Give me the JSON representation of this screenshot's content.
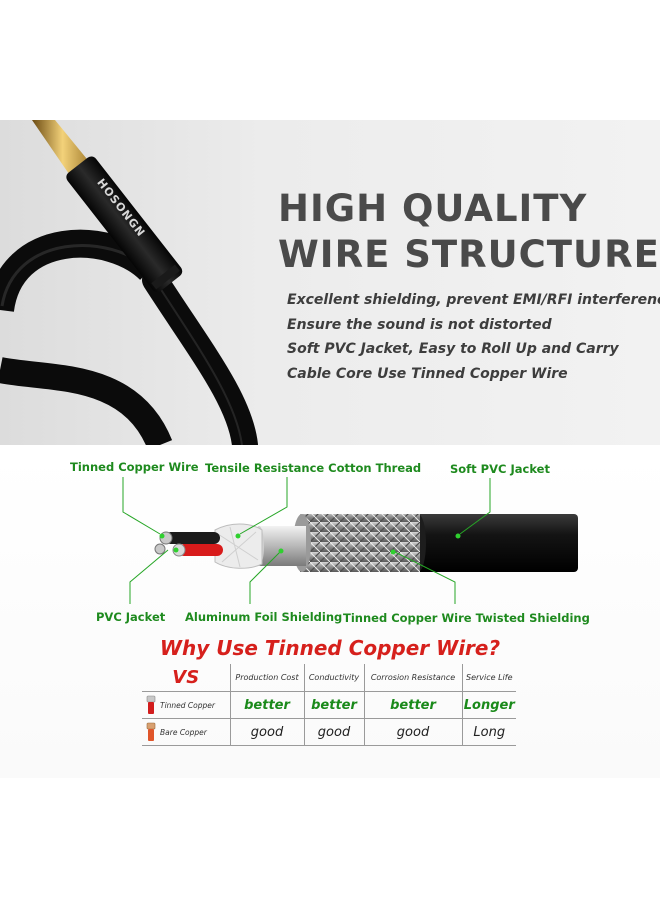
{
  "headline": {
    "line1": "HIGH QUALITY",
    "line2": "WIRE STRUCTURE"
  },
  "features": [
    "Excellent shielding, prevent EMI/RFI interference",
    "Ensure the sound is not distorted",
    "Soft PVC Jacket, Easy to Roll Up and Carry",
    "Cable Core Use Tinned Copper Wire"
  ],
  "cable_brand": "HOSONGN",
  "callouts": {
    "tinned_copper_wire": "Tinned Copper Wire",
    "cotton_thread": "Tensile Resistance Cotton Thread",
    "soft_pvc_jacket": "Soft PVC Jacket",
    "pvc_jacket": "PVC Jacket",
    "aluminum_foil": "Aluminum Foil Shielding",
    "twisted_shielding": "Tinned Copper Wire Twisted Shielding"
  },
  "comparison": {
    "title": "Why Use Tinned Copper Wire?",
    "vs_label": "VS",
    "headers": [
      "Production Cost",
      "Conductivity",
      "Corrosion Resistance",
      "Service Life"
    ],
    "rows": [
      {
        "label": "Tinned Copper",
        "values": [
          "better",
          "better",
          "better",
          "Longer"
        ],
        "highlight": true
      },
      {
        "label": "Bare Copper",
        "values": [
          "good",
          "good",
          "good",
          "Long"
        ],
        "highlight": false
      }
    ]
  },
  "colors": {
    "callout_green": "#1e8a1e",
    "title_red": "#d6201c",
    "headline_gray": "#4a4a4a"
  }
}
